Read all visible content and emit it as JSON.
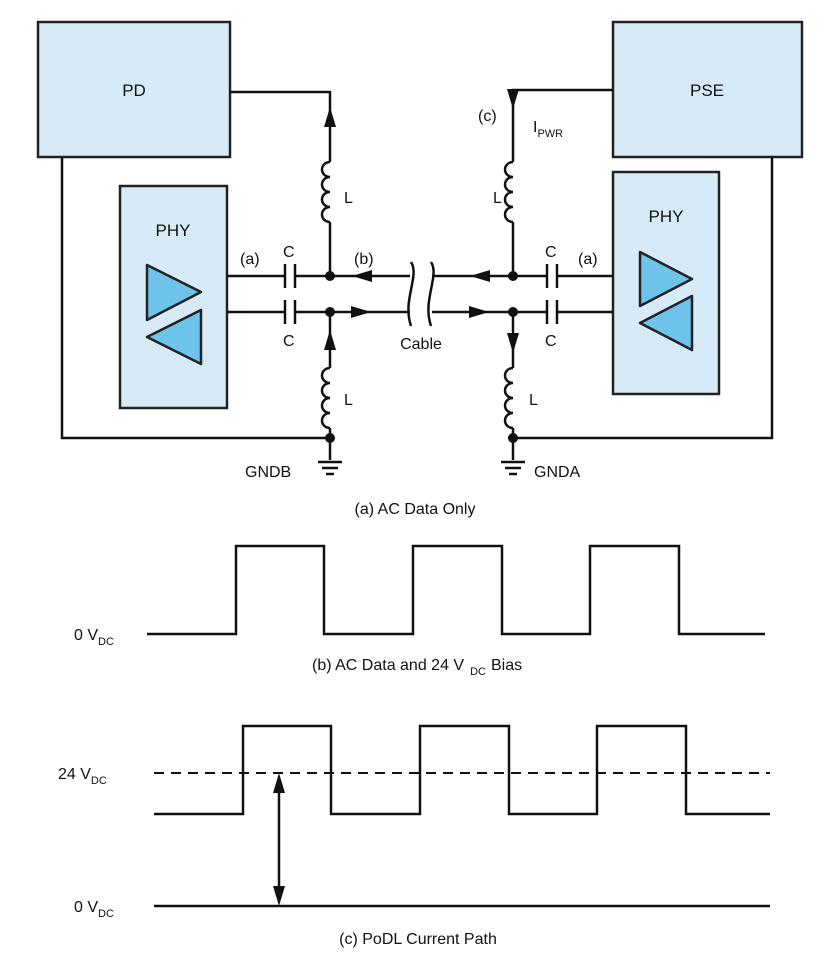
{
  "blocks": {
    "pd": "PD",
    "pse": "PSE",
    "phy_left": "PHY",
    "phy_right": "PHY"
  },
  "components": {
    "capacitor_label": "C",
    "inductor_label": "L",
    "cable_label": "Cable"
  },
  "path_markers": {
    "a": "(a)",
    "b": "(b)",
    "c": "(c)"
  },
  "current_label": {
    "main": "I",
    "subscript": "PWR"
  },
  "grounds": {
    "left": "GNDB",
    "right": "GNDA"
  },
  "captions": {
    "a": "(a) AC Data Only",
    "b_pre": "(b) AC Data and 24 V",
    "b_sub": "DC",
    "b_post": "Bias",
    "c": "(c) PoDL Current Path"
  },
  "voltage_levels": {
    "zero_main": "0 V",
    "zero_sub": "DC",
    "bias_main": "24 V",
    "bias_sub": "DC"
  },
  "colors": {
    "block_fill": "#d6eaf8",
    "triangle_fill": "#6ec3ea",
    "line": "#111111"
  }
}
